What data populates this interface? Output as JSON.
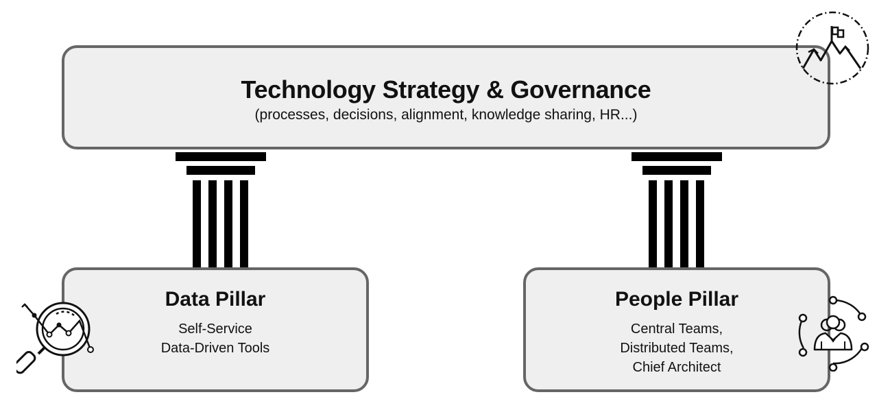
{
  "governance": {
    "title": "Technology Strategy & Governance",
    "subtitle": "(processes, decisions, alignment, knowledge sharing, HR...)"
  },
  "data_pillar": {
    "title": "Data Pillar",
    "lines": [
      "Self-Service",
      "Data-Driven Tools"
    ]
  },
  "people_pillar": {
    "title": "People Pillar",
    "lines": [
      "Central Teams,",
      "Distributed Teams,",
      "Chief Architect"
    ]
  },
  "icons": {
    "governance": "mountain-flag-icon",
    "data": "magnifier-chart-icon",
    "people": "team-network-icon"
  },
  "colors": {
    "box_fill": "#efefef",
    "box_border": "#666666",
    "column": "#000000"
  }
}
